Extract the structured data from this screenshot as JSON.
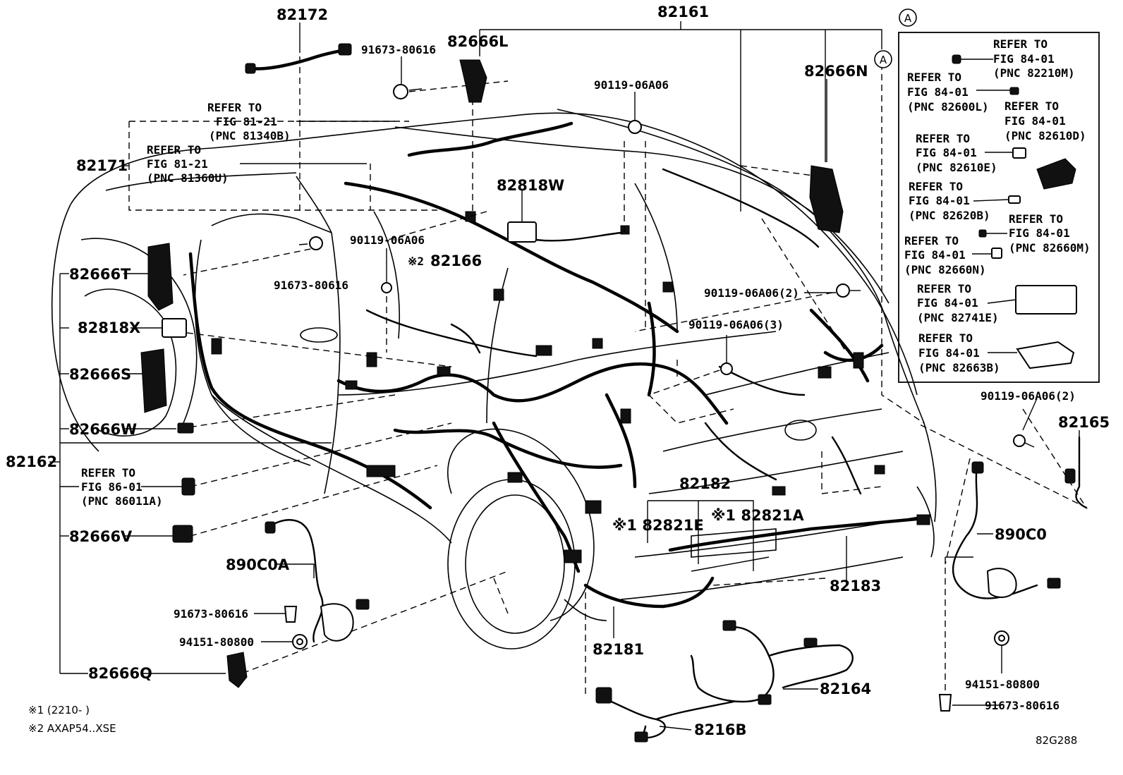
{
  "labels": {
    "p82172": "82172",
    "p82161": "82161",
    "p82666L": "82666L",
    "p91673_top": "91673-80616",
    "p82666N": "82666N",
    "p90119_top": "90119-06A06",
    "p82171": "82171",
    "p82818W": "82818W",
    "p90119_mid": "90119-06A06",
    "p82166": "82166",
    "p82166_mark": "※2",
    "p82666T": "82666T",
    "p91673_mid": "91673-80616",
    "p82818X": "82818X",
    "p90119_2": "90119-06A06(2)",
    "p90119_3": "90119-06A06(3)",
    "p82666S": "82666S",
    "p82666W": "82666W",
    "p82162": "82162",
    "p90119_2b": "90119-06A06(2)",
    "p82165": "82165",
    "p82182": "82182",
    "p82821E": "※1 82821E",
    "p82821A": "※1 82821A",
    "p82666V": "82666V",
    "p890C0A": "890C0A",
    "p890C0": "890C0",
    "p82183": "82183",
    "p91673_low": "91673-80616",
    "p94151_left": "94151-80800",
    "p82181": "82181",
    "p82666Q": "82666Q",
    "p82164": "82164",
    "p8216B": "8216B",
    "p94151_right": "94151-80800",
    "p91673_right": "91673-80616",
    "circleA": "A"
  },
  "refs": {
    "r81340B": [
      "REFER TO",
      "FIG 81-21",
      "(PNC 81340B)"
    ],
    "r81360U": [
      "REFER TO",
      "FIG 81-21",
      "(PNC 81360U)"
    ],
    "r86011A": [
      "REFER TO",
      "FIG 86-01",
      "(PNC 86011A)"
    ],
    "r82210M": [
      "REFER TO",
      "FIG 84-01",
      "(PNC 82210M)"
    ],
    "r82600L": [
      "REFER TO",
      "FIG 84-01",
      "(PNC 82600L)"
    ],
    "r82610D": [
      "REFER TO",
      "FIG 84-01",
      "(PNC 82610D)"
    ],
    "r82610E": [
      "REFER TO",
      "FIG 84-01",
      "(PNC 82610E)"
    ],
    "r82620B": [
      "REFER TO",
      "FIG 84-01",
      "(PNC 82620B)"
    ],
    "r82660M": [
      "REFER TO",
      "FIG 84-01",
      "(PNC 82660M)"
    ],
    "r82660N": [
      "REFER TO",
      "FIG 84-01",
      "(PNC 82660N)"
    ],
    "r82741E": [
      "REFER TO",
      "FIG 84-01",
      "(PNC 82741E)"
    ],
    "r82663B": [
      "REFER TO",
      "FIG 84-01",
      "(PNC 82663B)"
    ]
  },
  "notes": {
    "note1": "※1 (2210-      )",
    "note2": "※2 AXAP54..XSE",
    "figure_code": "82G288"
  }
}
